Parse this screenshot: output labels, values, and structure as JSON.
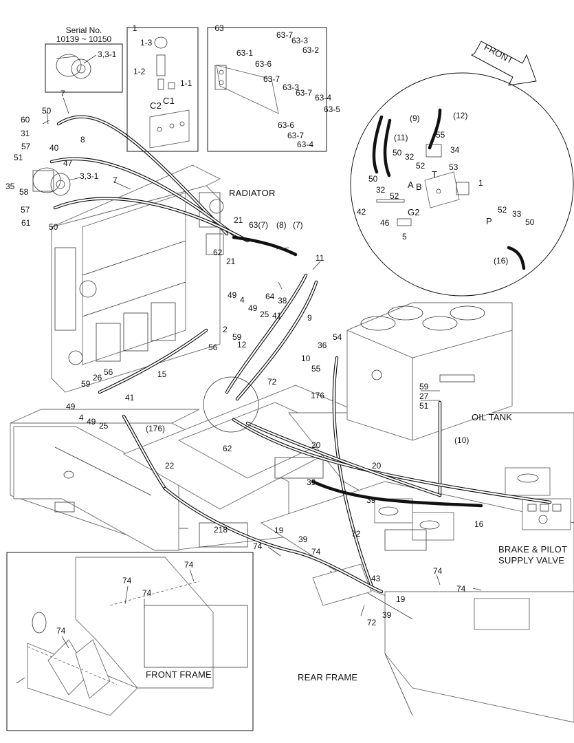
{
  "serial": {
    "line1": "Serial No.",
    "line2": "10139 ~ 10150"
  },
  "areas": {
    "radiator": "RADIATOR",
    "oil_tank": "OIL TANK",
    "brake_l1": "BRAKE & PILOT",
    "brake_l2": "SUPPLY VALVE",
    "front_frame": "FRONT FRAME",
    "rear_frame": "REAR FRAME",
    "front_arrow": "FRONT"
  },
  "ports": {
    "c1": "C1",
    "c2": "C2",
    "a": "A",
    "b": "B",
    "t": "T",
    "p": "P",
    "g2": "G2"
  },
  "box1": {
    "title": "1",
    "parts": [
      "1-3",
      "1-2",
      "1-1"
    ]
  },
  "box63": {
    "title": "63",
    "parts": [
      "63-1",
      "63-7",
      "63-3",
      "63-2",
      "63-6",
      "63-7",
      "63-3",
      "63-7",
      "63-4",
      "63-5",
      "63-6",
      "63-7",
      "63-4"
    ]
  },
  "detail_circle": {
    "parts": [
      "(9)",
      "(12)",
      "(11)",
      "55",
      "34",
      "50",
      "32",
      "52",
      "53",
      "50",
      "32",
      "52",
      "1",
      "42",
      "46",
      "5",
      "52",
      "33",
      "50",
      "(16)"
    ]
  },
  "callouts": [
    "3,3-1",
    "7",
    "60",
    "50",
    "31",
    "57",
    "40",
    "8",
    "47",
    "51",
    "35",
    "58",
    "3,3-1",
    "7",
    "57",
    "61",
    "50",
    "21",
    "63(7)",
    "(8)",
    "(7)",
    "62",
    "21",
    "11",
    "64",
    "38",
    "49",
    "4",
    "49",
    "25",
    "41",
    "2",
    "59",
    "12",
    "9",
    "56",
    "15",
    "10",
    "36",
    "54",
    "55",
    "72",
    "176",
    "59",
    "27",
    "51",
    "59",
    "26",
    "56",
    "41",
    "49",
    "4",
    "49",
    "25",
    "(176)",
    "62",
    "20",
    "(10)",
    "22",
    "20",
    "39",
    "39",
    "16",
    "218",
    "19",
    "39",
    "74",
    "74",
    "72",
    "43",
    "19",
    "39",
    "72",
    "74",
    "74",
    "74",
    "74",
    "74",
    "74"
  ]
}
